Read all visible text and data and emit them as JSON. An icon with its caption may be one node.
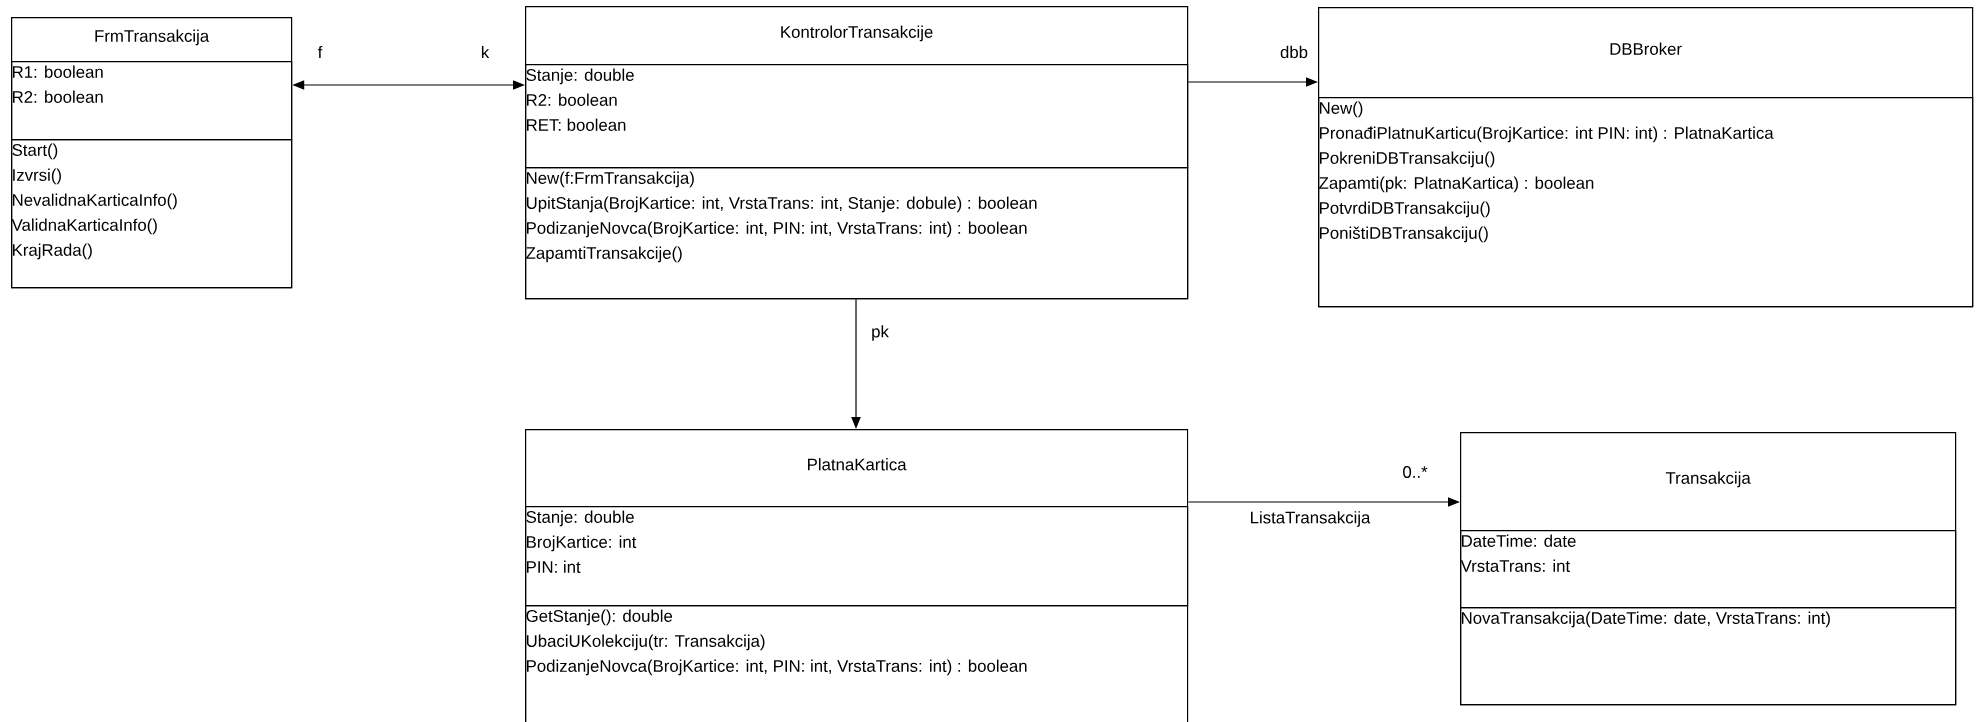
{
  "diagram": {
    "nodes": [
      {
        "text": [
          "FrmTransakcija"
        ]
      },
      {
        "text": [
          "R1: boolean",
          "R2: boolean"
        ],
        "in": 0
      },
      {
        "text": [
          "Start()",
          "Izvrsi()",
          "NevalidnaKarticaInfo()",
          "ValidnaKarticaInfo()",
          "KrajRada()"
        ],
        "in": 0
      },
      {
        "text": [
          "KontrolorTransakcije"
        ]
      },
      {
        "text": [
          "Stanje: double",
          "R2: boolean",
          "RET: boolean"
        ],
        "in": 3
      },
      {
        "text": [
          "New(f:FrmTransakcija)",
          "UpitStanja(BrojKartice: int, VrstaTrans: int, Stanje: dobule) : boolean",
          "PodizanjeNovca(BrojKartice: int, PIN: int, VrstaTrans: int) : boolean",
          "ZapamtiTransakcije()"
        ],
        "in": 3
      },
      {
        "text": [
          "DBBroker"
        ]
      },
      {
        "text": [
          "New()",
          "PronađiPlatnuKarticu(BrojKartice: int PIN: int) : PlatnaKartica",
          "PokreniDBTransakciju()",
          "Zapamti(pk: PlatnaKartica) : boolean",
          "PotvrdiDBTransakciju()",
          "PoništiDBTransakciju()"
        ],
        "in": 6
      },
      {
        "text": [
          "PlatnaKartica"
        ]
      },
      {
        "text": [
          "Stanje: double",
          "BrojKartice: int",
          "PIN: int"
        ],
        "in": 8
      },
      {
        "text": [
          "GetStanje(): double",
          "UbaciUKolekciju(tr: Transakcija)",
          "PodizanjeNovca(BrojKartice: int, PIN: int, VrstaTrans: int) : boolean"
        ],
        "in": 8
      },
      {
        "text": [
          "Transakcija"
        ]
      },
      {
        "text": [
          "DateTime: date",
          "VrstaTrans: int"
        ],
        "in": 11
      },
      {
        "text": [
          "NovaTransakcija(DateTime: date, VrstaTrans: int)"
        ],
        "in": 11
      }
    ],
    "edges": [
      {
        "from": 0,
        "to": 3,
        "arrow": "both"
      },
      {
        "from": 3,
        "to": 6,
        "arrow": "to",
        "label": "dbb"
      },
      {
        "from": 3,
        "to": 8,
        "arrow": "to",
        "label": "pk"
      },
      {
        "from": 8,
        "to": 11,
        "arrow": "to",
        "label": "ListaTransakcija"
      }
    ],
    "labels": [
      "f",
      "k",
      "0..*"
    ]
  }
}
